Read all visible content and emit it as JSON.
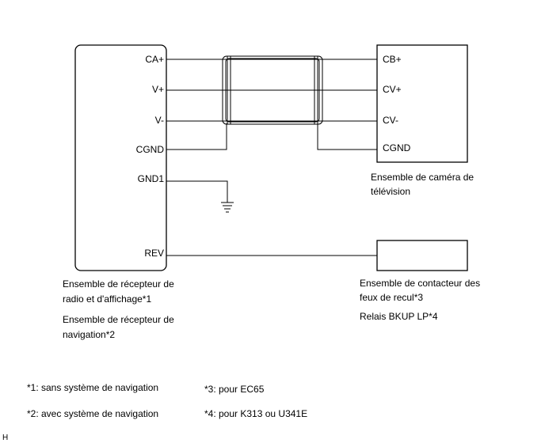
{
  "receiver_unit": {
    "pins": {
      "ca_plus": "CA+",
      "v_plus": "V+",
      "v_minus": "V-",
      "cgnd": "CGND",
      "gnd1": "GND1",
      "rev": "REV"
    },
    "label_line1": "Ensemble de récepteur de",
    "label_line2": "radio et d'affichage*1",
    "label_line3": "Ensemble de récepteur de",
    "label_line4": "navigation*2"
  },
  "camera_unit": {
    "pins": {
      "cb_plus": "CB+",
      "cv_plus": "CV+",
      "cv_minus": "CV-",
      "cgnd": "CGND"
    },
    "label_line1": "Ensemble de caméra de",
    "label_line2": "télévision"
  },
  "backup_switch": {
    "label_line1": "Ensemble de contacteur des",
    "label_line2": "feux de recul*3",
    "label_line3": "Relais BKUP LP*4"
  },
  "notes": {
    "n1": "*1: sans système de navigation",
    "n2": "*2: avec système de navigation",
    "n3": "*3: pour EC65",
    "n4": "*4: pour K313 ou U341E"
  },
  "corner_mark": "H"
}
